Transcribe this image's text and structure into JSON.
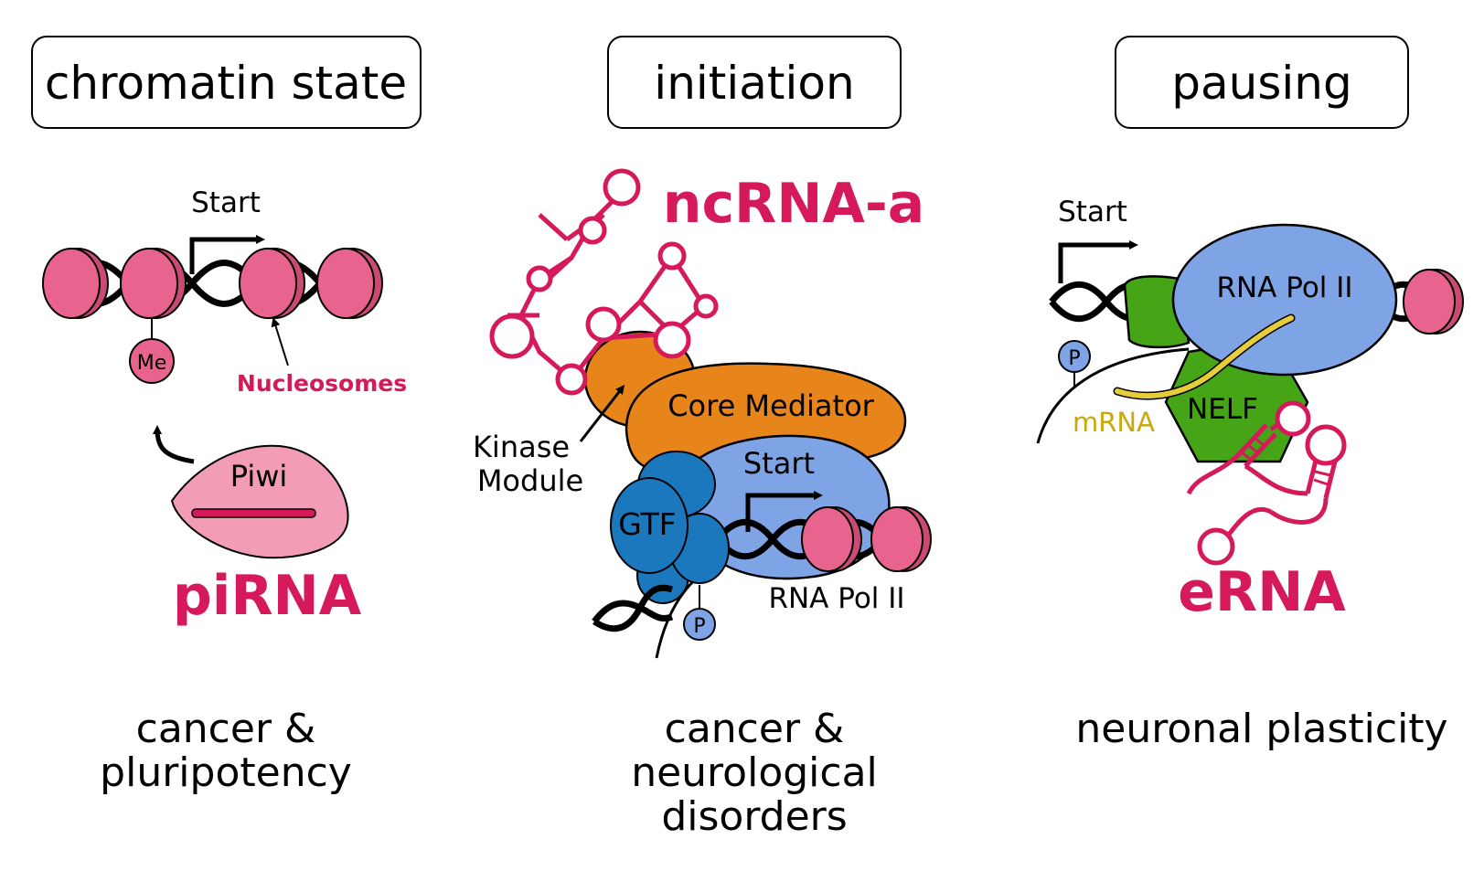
{
  "colors": {
    "rna": "#d6195a",
    "nucleosome": "#e8648f",
    "piwi": "#f29db5",
    "mediator": "#e8851a",
    "gtf": "#1c78bd",
    "polII": "#7fa4e6",
    "nelf": "#45a517",
    "mrna": "#e8cd3a"
  },
  "panels": [
    {
      "header": "chromatin state",
      "start_label": "Start",
      "me_label": "Me",
      "nucleosomes_label": "Nucleosomes",
      "piwi_label": "Piwi",
      "rna_name": "piRNA",
      "footer_lines": [
        "cancer &",
        "pluripotency"
      ]
    },
    {
      "header": "initiation",
      "rna_name": "ncRNA-a",
      "core_mediator_label": "Core Mediator",
      "kinase_lines": [
        "Kinase",
        "Module"
      ],
      "start_label": "Start",
      "gtf_label": "GTF",
      "polII_label": "RNA Pol II",
      "p_label": "P",
      "footer_lines": [
        "cancer &",
        "neurological",
        "disorders"
      ]
    },
    {
      "header": "pausing",
      "start_label": "Start",
      "polII_label": "RNA Pol II",
      "p_label": "P",
      "mrna_label": "mRNA",
      "nelf_label": "NELF",
      "rna_name": "eRNA",
      "footer_lines": [
        "neuronal plasticity"
      ]
    }
  ]
}
